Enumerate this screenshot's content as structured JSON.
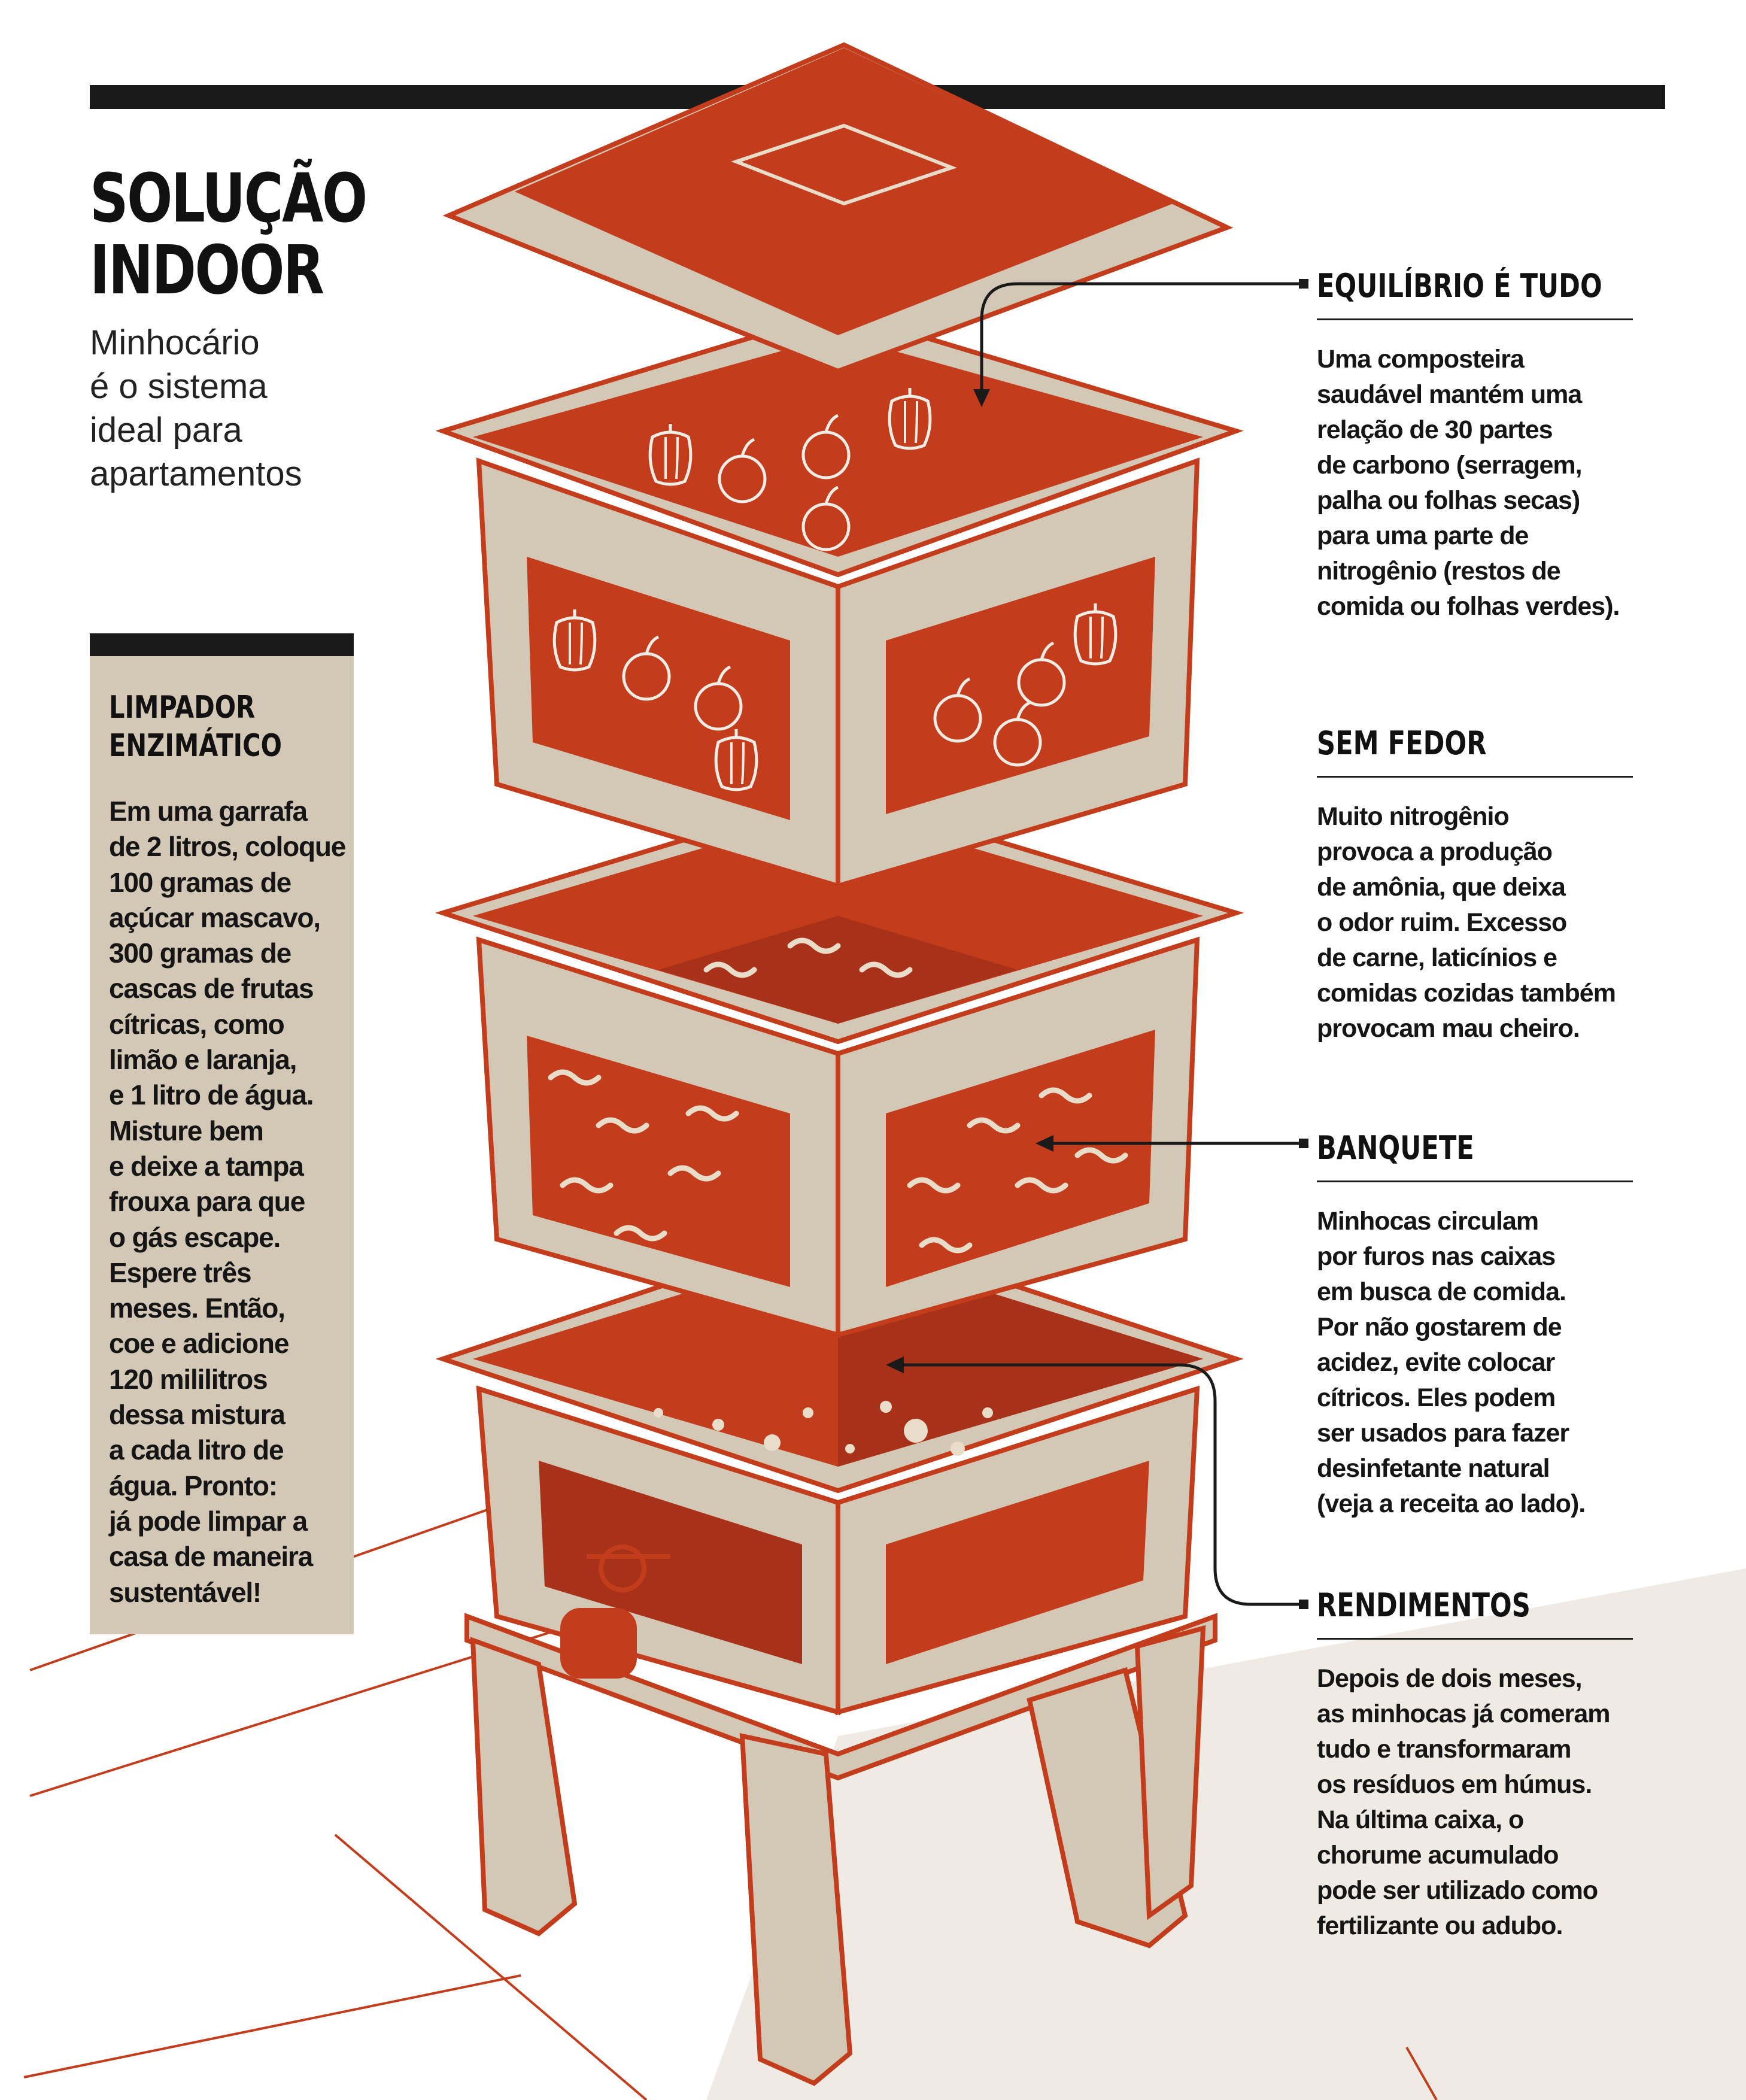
{
  "title_lines": [
    "SOLUÇÃO",
    "INDOOR"
  ],
  "subtitle_lines": [
    "Minhocário",
    "é o sistema",
    "ideal para",
    "apartamentos"
  ],
  "sidebar": {
    "heading_lines": [
      "LIMPADOR",
      "ENZIMÁTICO"
    ],
    "body_lines": [
      "Em uma garrafa",
      "de 2 litros, coloque",
      "100 gramas de",
      "açúcar mascavo,",
      "300 gramas de",
      "cascas de frutas",
      "cítricas, como",
      "limão e laranja,",
      "e 1 litro de água.",
      "Misture bem",
      "e deixe a tampa",
      "frouxa para que",
      "o gás escape.",
      "Espere três",
      "meses. Então,",
      "coe e adicione",
      "120 mililitros",
      "dessa mistura",
      "a cada litro de",
      "água. Pronto:",
      "já pode limpar a",
      "casa de maneira",
      "sustentável!"
    ]
  },
  "annotations": [
    {
      "title": "EQUILÍBRIO É TUDO",
      "body_lines": [
        "Uma composteira",
        "saudável mantém uma",
        "relação de 30 partes",
        "de carbono (serragem,",
        "palha ou folhas secas)",
        "para uma parte de",
        "nitrogênio (restos de",
        "comida ou folhas verdes)."
      ]
    },
    {
      "title": "SEM FEDOR",
      "body_lines": [
        "Muito nitrogênio",
        "provoca a produção",
        "de amônia, que deixa",
        "o odor ruim. Excesso",
        "de carne, laticínios e",
        "comidas cozidas também",
        "provocam mau cheiro."
      ]
    },
    {
      "title": "BANQUETE",
      "body_lines": [
        "Minhocas circulam",
        "por furos nas caixas",
        "em busca de comida.",
        "Por não gostarem de",
        "acidez, evite colocar",
        "cítricos. Eles podem",
        "ser usados para fazer",
        "desinfetante natural",
        "(veja a receita ao lado)."
      ]
    },
    {
      "title": "RENDIMENTOS",
      "body_lines": [
        "Depois de dois meses,",
        "as minhocas já comeram",
        "tudo e transformaram",
        "os resíduos em húmus.",
        "Na última caixa, o",
        "chorume acumulado",
        "pode ser utilizado como",
        "fertilizante ou adubo."
      ]
    }
  ],
  "colors": {
    "red": "#c33d1d",
    "dark_red": "#a83219",
    "beige": "#d3c8b5",
    "cream": "#f0ede6",
    "black": "#1a1a1a"
  }
}
